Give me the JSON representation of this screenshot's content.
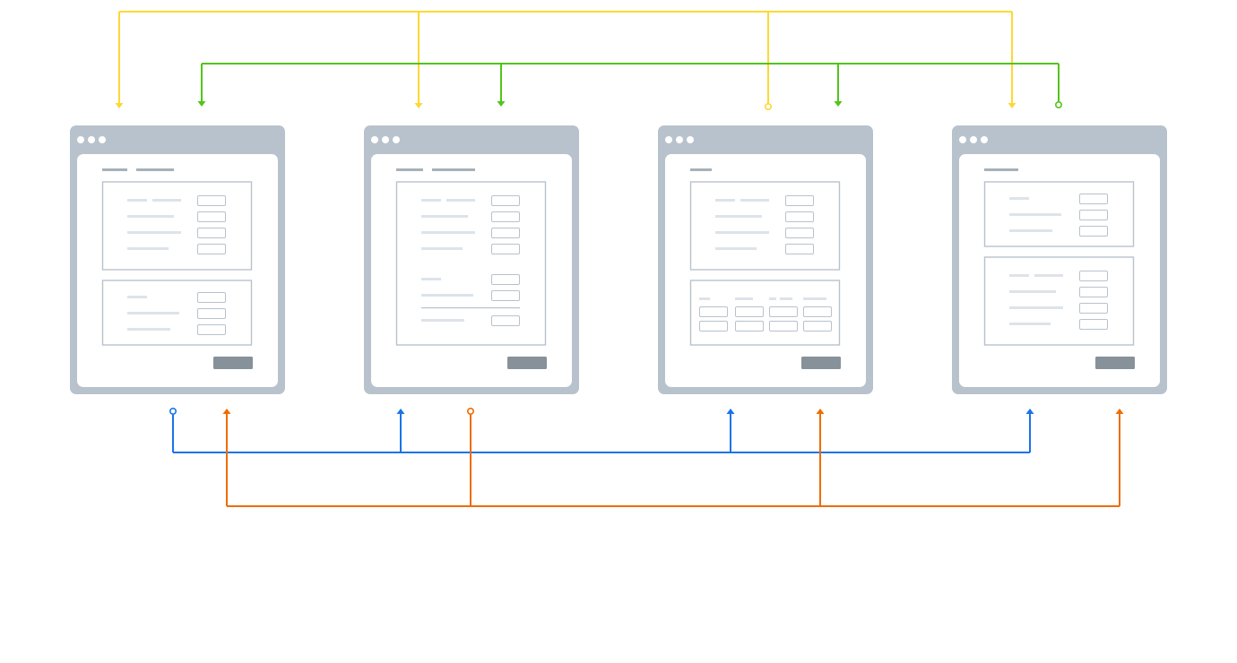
{
  "diagram": {
    "description_free": true,
    "colors": {
      "background": "#ffffff",
      "window_frame": "#b8c2cc",
      "window_dot": "#ffffff",
      "content_bg": "#ffffff",
      "section_border": "#b8c2cc",
      "heading_bar": "#a7b0b8",
      "text_line": "#dde3e9",
      "field_border": "#b8c2cc",
      "action_button": "#87919a",
      "divider": "#b8c2cc",
      "connector_yellow": "#fdd835",
      "connector_green": "#52c41a",
      "connector_blue": "#1a73e8",
      "connector_orange": "#ef6c00"
    },
    "icons": [
      "window-dot-icon",
      "arrowhead-icon",
      "open-circle-endpoint-icon"
    ],
    "windows": [
      {
        "id": "window-1",
        "heading_bars": 2,
        "sections": [
          "form-4-rows",
          "form-3-rows"
        ],
        "has_action_button": true
      },
      {
        "id": "window-2",
        "heading_bars": 2,
        "sections": [
          "form-4-rows-plus-2-rows-divider-1-row"
        ],
        "has_action_button": true
      },
      {
        "id": "window-3",
        "heading_bars": 1,
        "sections": [
          "form-4-rows",
          "grid-4-columns-2-rows"
        ],
        "has_action_button": true
      },
      {
        "id": "window-4",
        "heading_bars": 1,
        "sections": [
          "form-3-rows",
          "form-4-rows"
        ],
        "has_action_button": true
      }
    ],
    "connectors": [
      {
        "id": "connector-yellow",
        "color": "connector_yellow",
        "source": "window-3",
        "targets": [
          "window-1",
          "window-2",
          "window-4"
        ],
        "side": "top"
      },
      {
        "id": "connector-green",
        "color": "connector_green",
        "source": "window-4",
        "targets": [
          "window-1",
          "window-2",
          "window-3"
        ],
        "side": "top"
      },
      {
        "id": "connector-blue",
        "color": "connector_blue",
        "source": "window-1",
        "targets": [
          "window-2",
          "window-3",
          "window-4"
        ],
        "side": "bottom"
      },
      {
        "id": "connector-orange",
        "color": "connector_orange",
        "source": "window-2",
        "targets": [
          "window-1",
          "window-3",
          "window-4"
        ],
        "side": "bottom"
      }
    ]
  }
}
